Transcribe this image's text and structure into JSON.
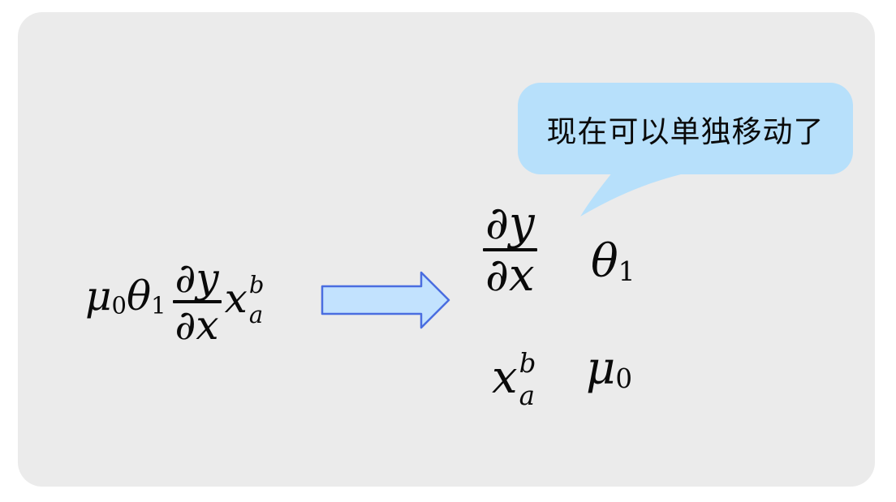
{
  "colors": {
    "page_bg": "#ffffff",
    "card_bg": "#ebebeb",
    "ink": "#0a0a0a",
    "bubble_fill": "#b7e0fb",
    "arrow_fill": "#c2e2fe",
    "arrow_stroke": "#4a6de0"
  },
  "bubble": {
    "text": "现在可以单独移动了",
    "fill": "#b7e0fb"
  },
  "arrow": {
    "fill": "#c2e2fe",
    "stroke": "#4a6de0"
  },
  "formula_before": {
    "mu": "μ",
    "mu_sub": "0",
    "theta": "θ",
    "theta_sub": "1",
    "frac_num": "∂y",
    "frac_den": "∂x",
    "base": "x",
    "sup": "b",
    "sub": "a"
  },
  "terms_after": {
    "frac_num": "∂y",
    "frac_den": "∂x",
    "theta": "θ",
    "theta_sub": "1",
    "base": "x",
    "sup": "b",
    "sub": "a",
    "mu": "μ",
    "mu_sub": "0"
  }
}
